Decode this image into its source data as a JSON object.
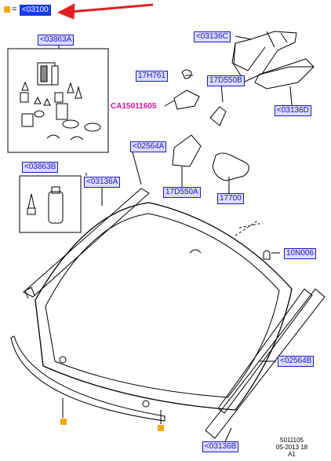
{
  "legend": {
    "equals": "=",
    "top_ref": "<03100",
    "marker_color": "#f5a800",
    "arrow_color": "#e02020"
  },
  "labels": {
    "c03863A": "<03863A",
    "c03863B": "<03863B",
    "c03136C": "<03136C",
    "c03136D": "<03136D",
    "c17H761": "17H761",
    "c17D550B": "17D550B",
    "cCA15011605": "CA15011605",
    "c02564A": "<02564A",
    "c03136A": "<03136A",
    "c17D550A": "17D550A",
    "c17700": "17700",
    "c10N006": "10N006",
    "c02564B": "<02564B",
    "c03136B": "<03136B"
  },
  "doc": {
    "number": "5011105",
    "date": "05-2013 18",
    "rev": "A1"
  },
  "colors": {
    "label_fill": "#dcdcf8",
    "label_border": "#1a1ad0",
    "highlight_fill": "#1a3cf0",
    "callout": "#e0109a"
  }
}
